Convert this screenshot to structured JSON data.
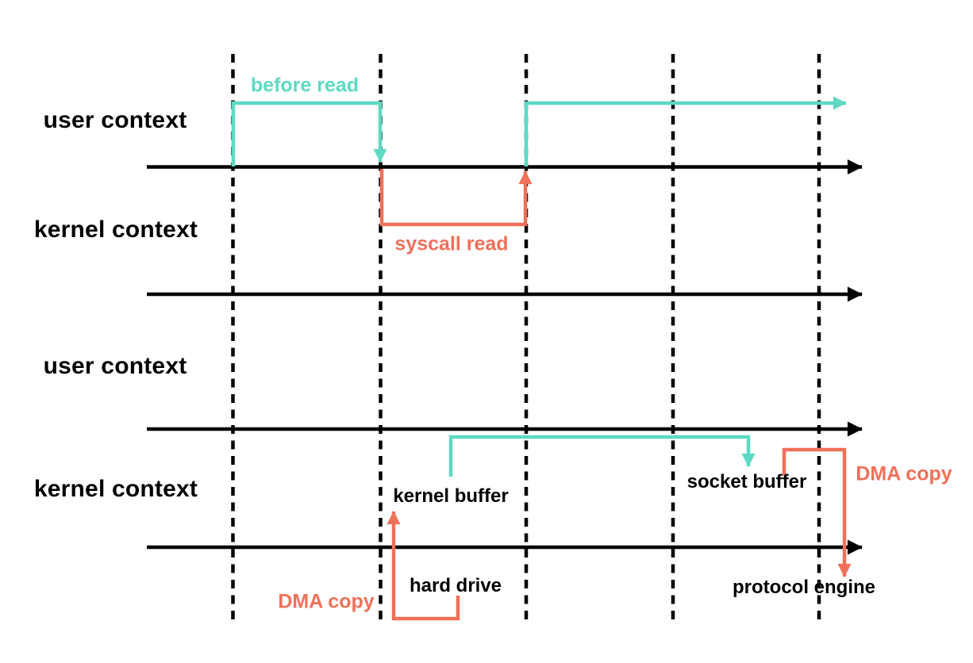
{
  "colors": {
    "teal": "#5ED9C3",
    "orange": "#F0705A",
    "line": "#000000",
    "background": "#FFFFFF"
  },
  "context_rows": [
    {
      "label": "user context"
    },
    {
      "label": "kernel context"
    },
    {
      "label": "user context"
    },
    {
      "label": "kernel context"
    }
  ],
  "annotations": {
    "before_read": "before read",
    "syscall_read": "syscall read",
    "kernel_buffer": "kernel buffer",
    "socket_buffer": "socket buffer",
    "hard_drive": "hard drive",
    "protocol_engine": "protocol engine",
    "dma_copy_disk": "DMA copy",
    "dma_copy_nic": "DMA copy"
  }
}
